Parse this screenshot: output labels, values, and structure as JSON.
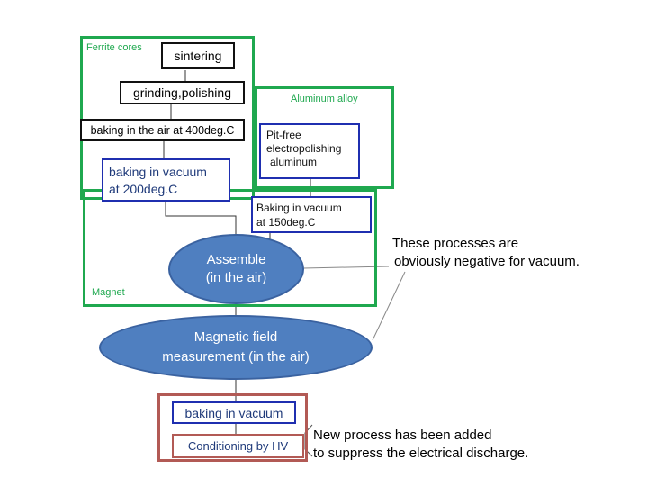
{
  "groups": {
    "ferrite_label": "Ferrite cores",
    "aluminum_label": "Aluminum alloy",
    "magnet_label": "Magnet"
  },
  "steps": {
    "sintering": "sintering",
    "grinding": "grinding,polishing",
    "baking_air": "baking in the air at 400deg.C",
    "baking_vacuum_200_line1": "baking in vacuum",
    "baking_vacuum_200_line2": "at 200deg.C",
    "electropolish_line1": "Pit-free",
    "electropolish_line2": "electropolishing",
    "electropolish_line3": "aluminum",
    "baking_vacuum_150_line1": "Baking in vacuum",
    "baking_vacuum_150_line2": "at 150deg.C",
    "assemble_line1": "Assemble",
    "assemble_line2": "(in the air)",
    "magnetic_line1": "Magnetic field",
    "magnetic_line2": "measurement (in the air)",
    "baking_vacuum": "baking in vacuum",
    "conditioning": "Conditioning by HV"
  },
  "notes": {
    "negative_line1": "These processes are",
    "negative_line2": "obviously negative for vacuum.",
    "new_line1": "New process has been added",
    "new_line2": "to suppress the electrical discharge."
  }
}
